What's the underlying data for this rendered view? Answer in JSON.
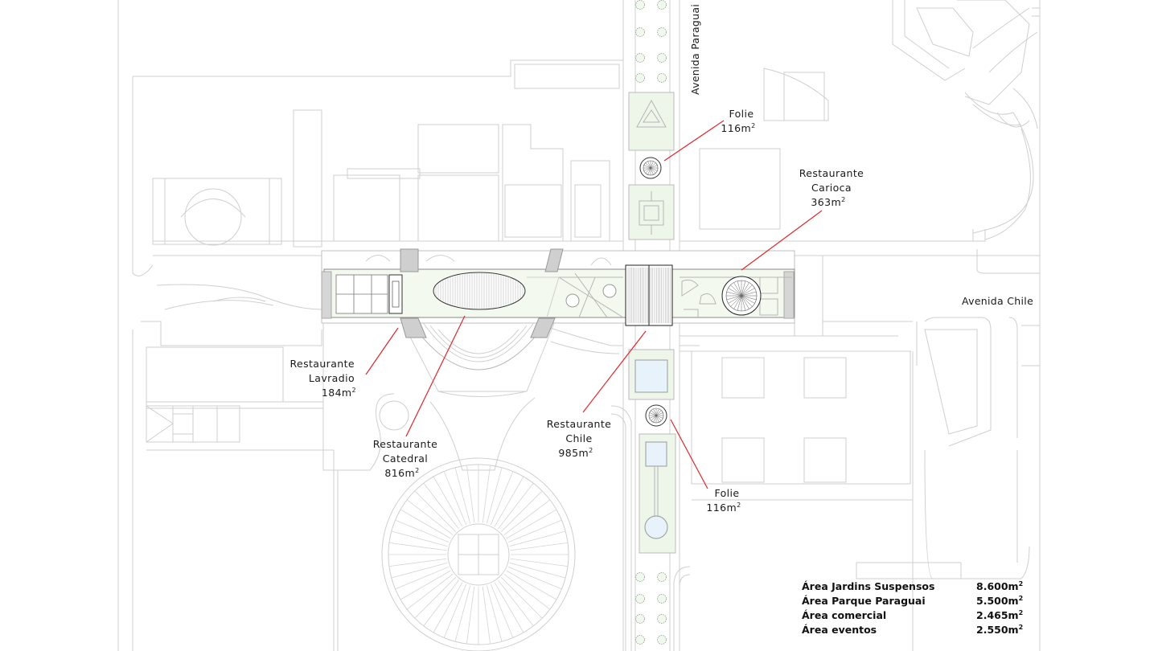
{
  "streets": {
    "paraguai": "Avenida Paraguai",
    "chile": "Avenida Chile"
  },
  "labels": {
    "folie_top": {
      "line1": "Folie",
      "area": "116m",
      "unit": "2"
    },
    "carioca": {
      "line1": "Restaurante",
      "line2": "Carioca",
      "area": "363m",
      "unit": "2"
    },
    "lavradio": {
      "line1": "Restaurante",
      "line2": "Lavradio",
      "area": "184m",
      "unit": "2"
    },
    "catedral": {
      "line1": "Restaurante",
      "line2": "Catedral",
      "area": "816m",
      "unit": "2"
    },
    "chile": {
      "line1": "Restaurante",
      "line2": "Chile",
      "area": "985m",
      "unit": "2"
    },
    "folie_bottom": {
      "line1": "Folie",
      "area": "116m",
      "unit": "2"
    }
  },
  "areas": [
    {
      "name": "Área Jardins Suspensos",
      "value": "8.600m",
      "unit": "2"
    },
    {
      "name": "Área Parque Paraguai",
      "value": "5.500m",
      "unit": "2"
    },
    {
      "name": "Área comercial",
      "value": "2.465m",
      "unit": "2"
    },
    {
      "name": "Área eventos",
      "value": "2.550m",
      "unit": "2"
    }
  ],
  "colors": {
    "leader": "#e0262b",
    "garden": "#eef6ea",
    "water": "#e8f2fa"
  }
}
